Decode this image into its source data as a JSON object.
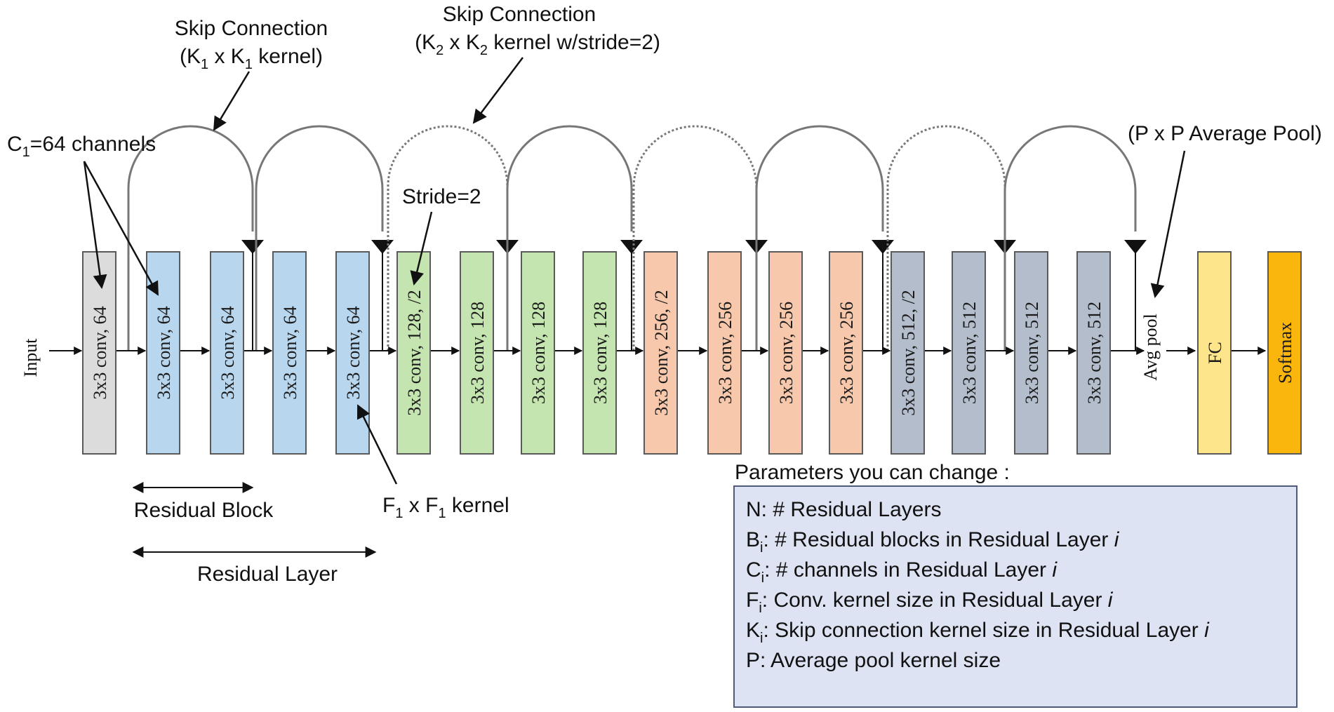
{
  "input_label": "Input",
  "layers": [
    {
      "label": "3x3 conv, 64",
      "color": "#dcdcdc"
    },
    {
      "label": "3x3 conv, 64",
      "color": "#b8d6ee"
    },
    {
      "label": "3x3 conv, 64",
      "color": "#b8d6ee"
    },
    {
      "label": "3x3 conv, 64",
      "color": "#b8d6ee"
    },
    {
      "label": "3x3 conv, 64",
      "color": "#b8d6ee"
    },
    {
      "label": "3x3 conv, 128, /2",
      "color": "#c4e4b0"
    },
    {
      "label": "3x3 conv, 128",
      "color": "#c4e4b0"
    },
    {
      "label": "3x3 conv, 128",
      "color": "#c4e4b0"
    },
    {
      "label": "3x3 conv, 128",
      "color": "#c4e4b0"
    },
    {
      "label": "3x3 conv, 256, /2",
      "color": "#f8c8ac"
    },
    {
      "label": "3x3 conv, 256",
      "color": "#f8c8ac"
    },
    {
      "label": "3x3 conv, 256",
      "color": "#f8c8ac"
    },
    {
      "label": "3x3 conv, 256",
      "color": "#f8c8ac"
    },
    {
      "label": "3x3 conv, 512, /2",
      "color": "#b3bdcc"
    },
    {
      "label": "3x3 conv, 512",
      "color": "#b3bdcc"
    },
    {
      "label": "3x3 conv, 512",
      "color": "#b3bdcc"
    },
    {
      "label": "3x3 conv, 512",
      "color": "#b3bdcc"
    }
  ],
  "avgpool_label": "Avg pool",
  "fc": {
    "label": "FC",
    "color": "#fde58c"
  },
  "softmax": {
    "label": "Softmax",
    "color": "#fbb60e"
  },
  "annotations": {
    "skip1_line1": "Skip Connection",
    "skip1_line2_pre": "(K",
    "skip1_sub_a": "1",
    "skip1_mid": " x K",
    "skip1_sub_b": "1",
    "skip1_post": " kernel)",
    "skip2_line1": "Skip Connection",
    "skip2_line2_pre": "(K",
    "skip2_sub_a": "2",
    "skip2_mid": " x K",
    "skip2_sub_b": "2",
    "skip2_post": " kernel w/stride=2)",
    "channels_pre": "C",
    "channels_sub": "1",
    "channels_post": "=64 channels",
    "stride": "Stride=2",
    "avgpool_ann": "(P x P Average Pool)",
    "kernel_pre": "F",
    "kernel_sub_a": "1",
    "kernel_mid": " x F",
    "kernel_sub_b": "1",
    "kernel_post": " kernel",
    "residual_block": "Residual Block",
    "residual_layer": "Residual Layer"
  },
  "params": {
    "title": "Parameters you can change :",
    "items": [
      {
        "sym": "N",
        "sub": "",
        "text": ": # Residual Layers",
        "ital": ""
      },
      {
        "sym": "B",
        "sub": "i",
        "text": ": # Residual blocks in Residual Layer ",
        "ital": "i"
      },
      {
        "sym": "C",
        "sub": "i",
        "text": ": # channels in Residual Layer ",
        "ital": "i"
      },
      {
        "sym": "F",
        "sub": "i",
        "text": ": Conv. kernel size in Residual Layer ",
        "ital": "i"
      },
      {
        "sym": "K",
        "sub": "i",
        "text": ": Skip connection kernel size in Residual Layer ",
        "ital": "i"
      },
      {
        "sym": "P",
        "sub": "",
        "text": ": Average pool kernel size",
        "ital": ""
      }
    ]
  }
}
